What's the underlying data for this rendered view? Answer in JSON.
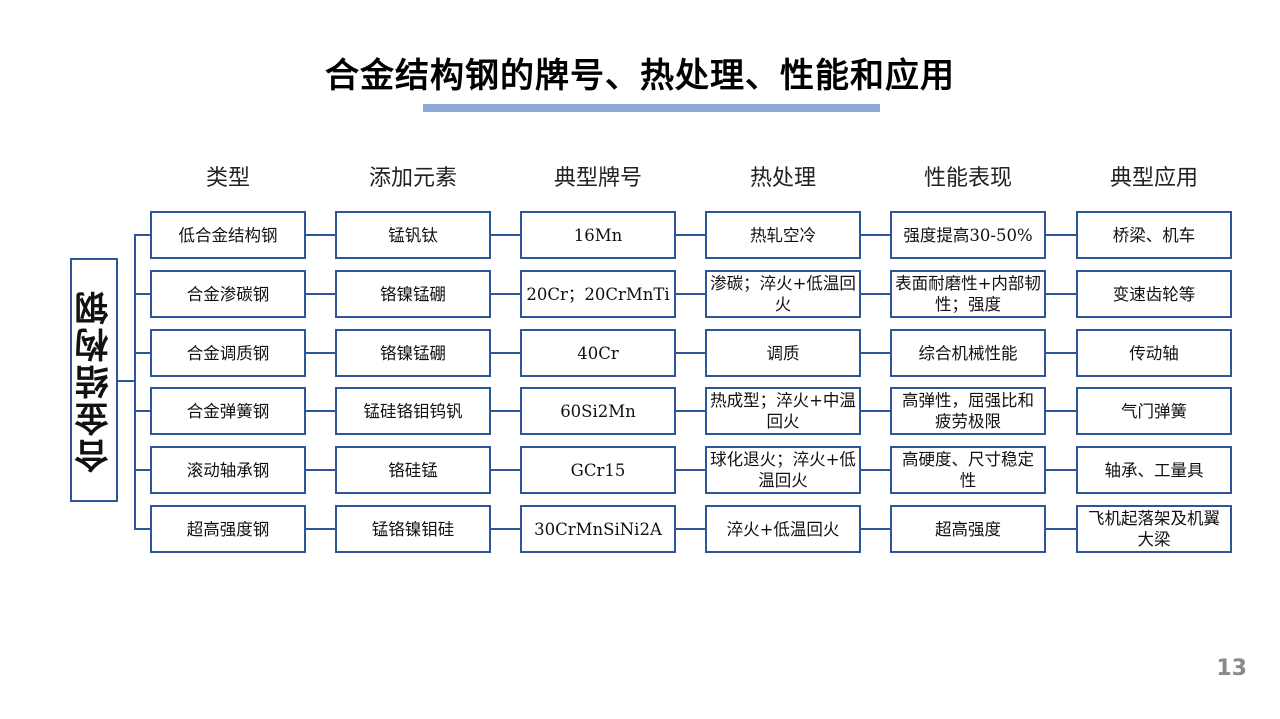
{
  "title": "合金结构钢的牌号、热处理、性能和应用",
  "root_label": "合金结构钢",
  "headers": [
    "类型",
    "添加元素",
    "典型牌号",
    "热处理",
    "性能表现",
    "典型应用"
  ],
  "rows": [
    [
      "低合金结构钢",
      "锰钒钛",
      "16Mn",
      "热轧空冷",
      "强度提高30-50%",
      "桥梁、机车"
    ],
    [
      "合金渗碳钢",
      "铬镍锰硼",
      "20Cr；20CrMnTi",
      "渗碳；淬火+低温回火",
      "表面耐磨性+内部韧性；强度",
      "变速齿轮等"
    ],
    [
      "合金调质钢",
      "铬镍锰硼",
      "40Cr",
      "调质",
      "综合机械性能",
      "传动轴"
    ],
    [
      "合金弹簧钢",
      "锰硅铬钼钨钒",
      "60Si2Mn",
      "热成型；淬火+中温回火",
      "高弹性，屈强比和疲劳极限",
      "气门弹簧"
    ],
    [
      "滚动轴承钢",
      "铬硅锰",
      "GCr15",
      "球化退火；淬火+低温回火",
      "高硬度、尺寸稳定性",
      "轴承、工量具"
    ],
    [
      "超高强度钢",
      "锰铬镍钼硅",
      "30CrMnSiNi2A",
      "淬火+低温回火",
      "超高强度",
      "飞机起落架及机翼大梁"
    ]
  ],
  "page_number": "13",
  "colors": {
    "box_border": "#2e5597",
    "title_bar": "#8fa9d6",
    "page_number": "#8a8a8a"
  }
}
